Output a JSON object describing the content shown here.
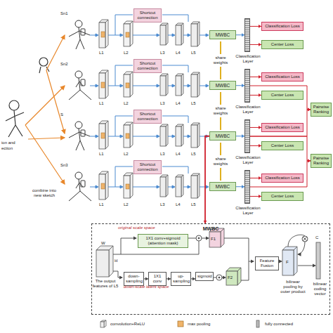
{
  "diagram": {
    "nodes": [
      {
        "text": [
          "Shortcut connection"
        ]
      },
      {
        "text": [
          "MWBC"
        ]
      },
      {
        "text": [
          "Classification Layer"
        ]
      },
      {
        "text": [
          "Classification Loss"
        ]
      },
      {
        "text": [
          "Center Loss"
        ]
      },
      {
        "text": [
          "Shortcut connection"
        ]
      },
      {
        "text": [
          "MWBC"
        ]
      },
      {
        "text": [
          "Classification Layer"
        ]
      },
      {
        "text": [
          "Classification Loss"
        ]
      },
      {
        "text": [
          "Center Loss"
        ]
      },
      {
        "text": [
          "Shortcut connection"
        ]
      },
      {
        "text": [
          "MWBC"
        ]
      },
      {
        "text": [
          "Classification Layer"
        ]
      },
      {
        "text": [
          "Classification Loss"
        ]
      },
      {
        "text": [
          "Center Loss"
        ]
      },
      {
        "text": [
          "Shortcut connection"
        ]
      },
      {
        "text": [
          "MWBC"
        ]
      },
      {
        "text": [
          "Classification Layer"
        ]
      },
      {
        "text": [
          "Classification Loss"
        ]
      },
      {
        "text": [
          "Center Loss"
        ]
      },
      {
        "text": [
          "Pairwise Ranking"
        ]
      },
      {
        "text": [
          "Pairwise Ranking"
        ]
      },
      {
        "text": [
          "MWBC"
        ]
      },
      {
        "text": [
          "1X1 conv+sigmoid (attention mask)"
        ],
        "in": 22
      },
      {
        "text": [
          "down-sampling"
        ],
        "in": 22
      },
      {
        "text": [
          "1X1 conv"
        ],
        "in": 22
      },
      {
        "text": [
          "up-sampling"
        ],
        "in": 22
      },
      {
        "text": [
          "sigmoid"
        ],
        "in": 22
      },
      {
        "text": [
          "Feature Fusion"
        ],
        "in": 22
      }
    ],
    "edges": [
      {
        "from": 1,
        "to": 2,
        "arrow": "to"
      },
      {
        "from": 2,
        "to": 3,
        "arrow": "to"
      },
      {
        "from": 2,
        "to": 4,
        "arrow": "to"
      },
      {
        "from": 6,
        "to": 7,
        "arrow": "to"
      },
      {
        "from": 7,
        "to": 8,
        "arrow": "to"
      },
      {
        "from": 7,
        "to": 9,
        "arrow": "to"
      },
      {
        "from": 11,
        "to": 12,
        "arrow": "to"
      },
      {
        "from": 12,
        "to": 13,
        "arrow": "to"
      },
      {
        "from": 12,
        "to": 14,
        "arrow": "to"
      },
      {
        "from": 16,
        "to": 17,
        "arrow": "to"
      },
      {
        "from": 17,
        "to": 18,
        "arrow": "to"
      },
      {
        "from": 17,
        "to": 19,
        "arrow": "to"
      },
      {
        "from": 7,
        "to": 20,
        "arrow": "to"
      },
      {
        "from": 12,
        "to": 20,
        "arrow": "to"
      },
      {
        "from": 12,
        "to": 21,
        "arrow": "to"
      },
      {
        "from": 17,
        "to": 21,
        "arrow": "to"
      },
      {
        "from": 11,
        "to": 22,
        "arrow": "to"
      },
      {
        "from": 24,
        "to": 25,
        "arrow": "to"
      },
      {
        "from": 25,
        "to": 26,
        "arrow": "to"
      },
      {
        "from": 26,
        "to": 27,
        "arrow": "to"
      }
    ],
    "labels": [
      "ion and",
      "ection",
      "combine into new sketch",
      "Sn1",
      "Sn2",
      "S",
      "Sn3",
      "L1",
      "L2",
      "L3",
      "L4",
      "L5",
      "L1",
      "L2",
      "L3",
      "L4",
      "L5",
      "L1",
      "L2",
      "L3",
      "L4",
      "L5",
      "L1",
      "L2",
      "L3",
      "L4",
      "L5",
      "share weights",
      "share weights",
      "share weights",
      "original scale space",
      "down-scale latent space",
      "The output features of L5",
      "W",
      "H",
      "C",
      "F1",
      "F2",
      "F",
      "bilinear pooling by outer product",
      "bilinear coding vector"
    ],
    "legend": [
      {
        "text": "convolution+ReLU"
      },
      {
        "text": "max pooling"
      },
      {
        "text": "fully connected"
      }
    ]
  }
}
